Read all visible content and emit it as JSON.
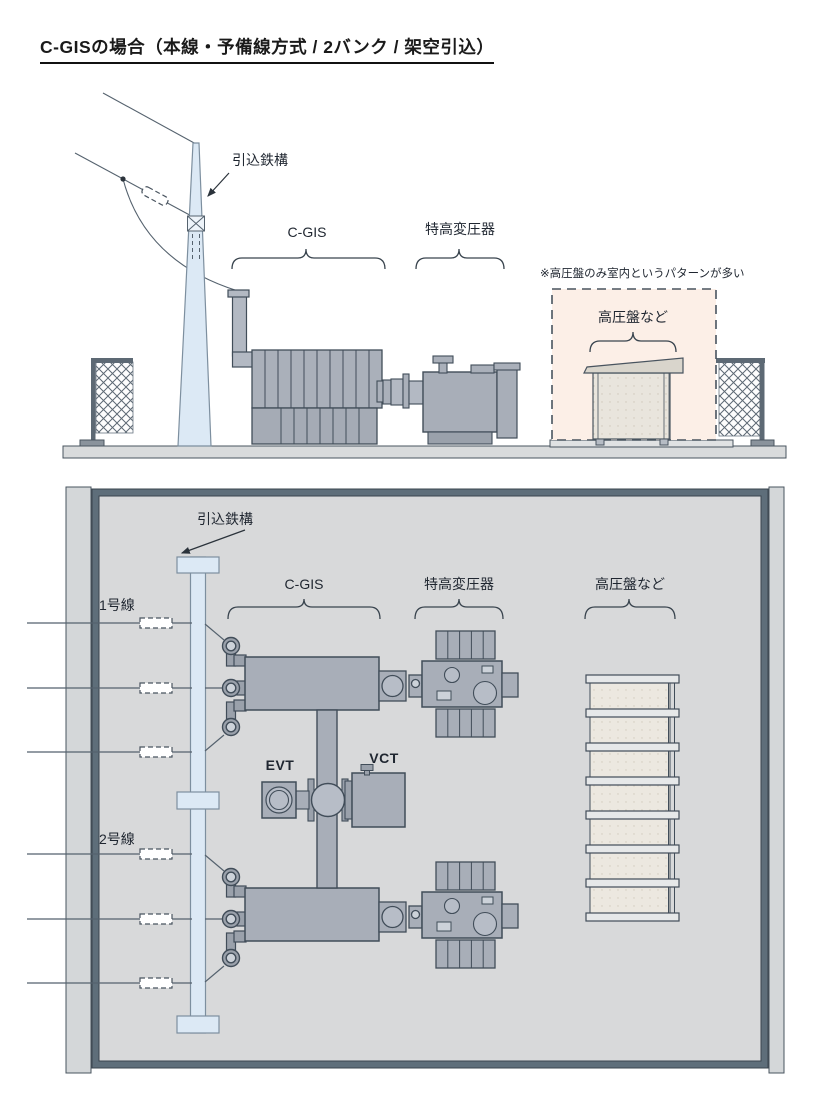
{
  "title": "C-GISの場合（本線・予備線方式 / 2バンク / 架空引込）",
  "colors": {
    "equipment_gray": "#a8aeb8",
    "equipment_light": "#b7bdc7",
    "outline_dark": "#414d59",
    "steel_tower_blue": "#dce9f5",
    "room_interior": "#d8d9da",
    "wall_dark": "#5e6e7a",
    "indoor_area_peach": "#fcefe7",
    "panel_beige": "#ece8e0",
    "wire": "#55626e"
  },
  "elevation": {
    "tower_label": "引込鉄構",
    "cgis_label": "C-GIS",
    "transformer_label": "特高変圧器",
    "indoor_note": "※高圧盤のみ室内というパターンが多い",
    "hv_panel_label": "高圧盤など"
  },
  "plan": {
    "tower_label": "引込鉄構",
    "cgis_label": "C-GIS",
    "transformer_label": "特高変圧器",
    "hv_panel_label": "高圧盤など",
    "line1_label": "1号線",
    "line2_label": "2号線",
    "evt_label": "EVT",
    "vct_label": "VCT"
  }
}
